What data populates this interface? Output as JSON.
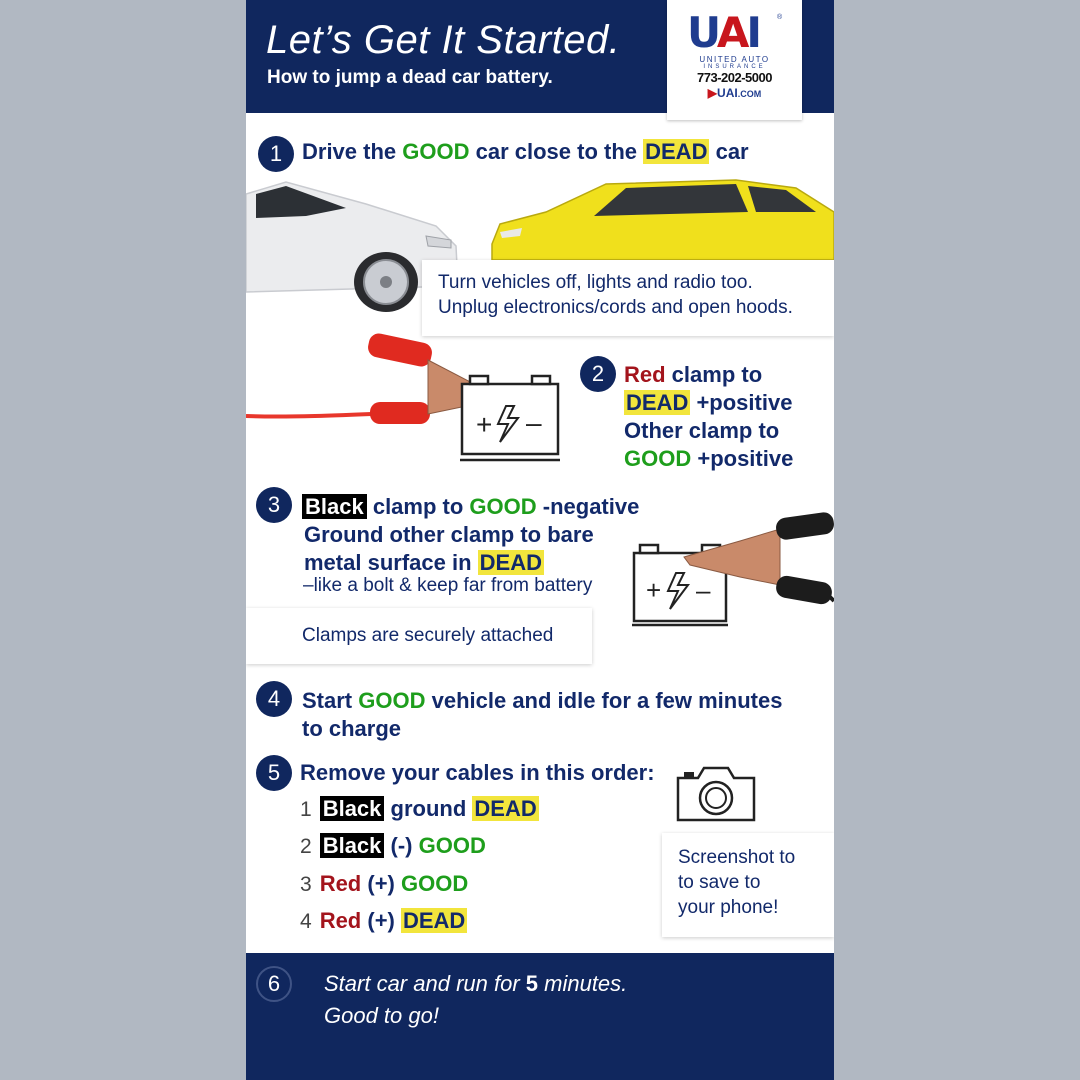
{
  "header": {
    "title": "Let’s Get It Started.",
    "subtitle": "How to jump a dead car battery."
  },
  "logo": {
    "mark_blue1": "U",
    "mark_red": "A",
    "mark_blue2": "I",
    "trademark": "®",
    "name": "UNITED AUTO",
    "name_sub": "INSURANCE",
    "phone": "773-202-5000",
    "web_arrow": "▶",
    "web_domain": "UAI",
    "web_suffix": ".COM"
  },
  "step1": {
    "number": "1",
    "text_a": "Drive the ",
    "good": "GOOD",
    "text_b": " car close to the ",
    "dead": "DEAD",
    "text_c": " car",
    "note_line1": "Turn vehicles off, lights and radio too.",
    "note_line2": "Unplug electronics/cords and open hoods.",
    "car_white_color": "#e9eaec",
    "car_yellow_color": "#f0e01c"
  },
  "step2": {
    "number": "2",
    "red": "Red",
    "l1_rest": " clamp to",
    "dead": "DEAD",
    "l2_rest": " +positive",
    "l3": "Other clamp to",
    "good": "GOOD",
    "l4_rest": " +positive"
  },
  "step3": {
    "number": "3",
    "black": "Black",
    "l1_mid": " clamp to ",
    "good": "GOOD",
    "l1_end": " -negative",
    "l2": "Ground other clamp to bare",
    "l3": "metal surface in ",
    "dead": "DEAD",
    "small": "–like a bolt & keep far from battery",
    "note": "Clamps are securely attached"
  },
  "step4": {
    "number": "4",
    "l1_a": "Start ",
    "good": "GOOD",
    "l1_b": " vehicle and idle for a few minutes",
    "l2": "to charge"
  },
  "step5": {
    "number": "5",
    "heading": "Remove your cables in this order:",
    "items": [
      {
        "n": "1",
        "tag": "Black",
        "text": " ground ",
        "tail": "DEAD"
      },
      {
        "n": "2",
        "tag": "Black",
        "text": " (-) ",
        "tail": "GOOD"
      },
      {
        "n": "3",
        "tag": "Red",
        "text": " (+) ",
        "tail": "GOOD"
      },
      {
        "n": "4",
        "tag": "Red",
        "text": " (+) ",
        "tail": "DEAD"
      }
    ],
    "note_line1": "Screenshot to",
    "note_line2": "to save to",
    "note_line3": "your phone!"
  },
  "step6": {
    "number": "6",
    "l1_a": "Start car and run for ",
    "l1_b": "5",
    "l1_c": " minutes.",
    "l2": "Good to go!"
  },
  "colors": {
    "navy": "#10275e",
    "green": "#1e9e1c",
    "red": "#a3141c",
    "highlight": "#f2e53c"
  }
}
